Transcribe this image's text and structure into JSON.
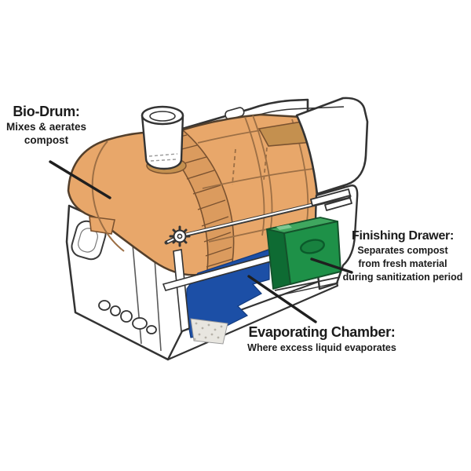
{
  "diagram": {
    "labels": {
      "bio_drum": {
        "title": "Bio-Drum:",
        "lines": [
          "Mixes & aerates",
          "compost"
        ]
      },
      "finishing_drawer": {
        "title": "Finishing Drawer:",
        "lines": [
          "Separates compost",
          "from fresh material",
          "during sanitization period"
        ]
      },
      "evaporating_chamber": {
        "title": "Evaporating Chamber:",
        "lines": [
          "Where excess liquid evaporates"
        ]
      }
    },
    "colors": {
      "drum_tan": "#E8A76A",
      "drum_band": "#DB9B5E",
      "drum_dark_patch": "#C4904F",
      "chamber_blue": "#1C4FA6",
      "drawer_green": "#1E9148",
      "drawer_green_dark": "#0E6B33",
      "drawer_green_top": "#3FA75F",
      "outline": "#333333",
      "text": "#1B1B1B"
    },
    "parts": [
      "outer-housing",
      "lid",
      "bio-drum",
      "vent-pipe",
      "rotation-gear",
      "crank-rod",
      "evaporating-chamber",
      "finishing-drawer",
      "drain-fitting"
    ]
  }
}
